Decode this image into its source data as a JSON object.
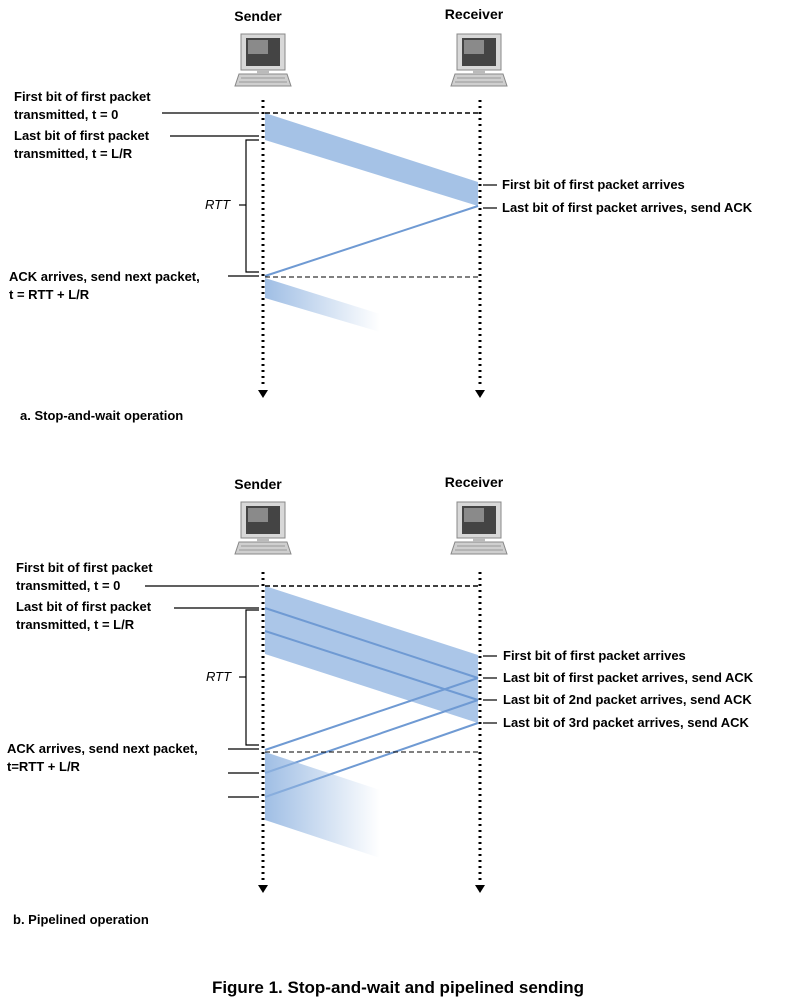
{
  "colors": {
    "beam": "#8fb3e0",
    "beam_dark": "#6f9ad3",
    "line": "#000000"
  },
  "diagram_a": {
    "sender": "Sender",
    "receiver": "Receiver",
    "first_bit_sent": [
      "First bit of first packet",
      "transmitted, t = 0"
    ],
    "last_bit_sent": [
      "Last bit of first packet",
      "transmitted, t = L/R"
    ],
    "rtt": "RTT",
    "ack_arrives": [
      "ACK arrives, send next packet,",
      "t = RTT + L/R"
    ],
    "first_bit_arrives": "First bit of first packet arrives",
    "last_bit_arrives": "Last bit of first packet arrives, send ACK",
    "caption": "a. Stop-and-wait operation"
  },
  "diagram_b": {
    "sender": "Sender",
    "receiver": "Receiver",
    "first_bit_sent": [
      "First bit of first packet",
      "transmitted, t = 0"
    ],
    "last_bit_sent": [
      "Last bit of first packet",
      "transmitted, t = L/R"
    ],
    "rtt": "RTT",
    "ack_arrives": [
      "ACK arrives, send next packet,",
      "t=RTT + L/R"
    ],
    "first_bit_arrives": "First bit of first packet arrives",
    "last_bit_arrives": "Last bit of first packet arrives, send ACK",
    "last_bit_2nd": "Last bit of 2nd packet arrives, send ACK",
    "last_bit_3rd": "Last bit of 3rd packet arrives, send ACK",
    "caption": "b. Pipelined operation"
  },
  "figure_caption": "Figure 1. Stop-and-wait and pipelined sending"
}
